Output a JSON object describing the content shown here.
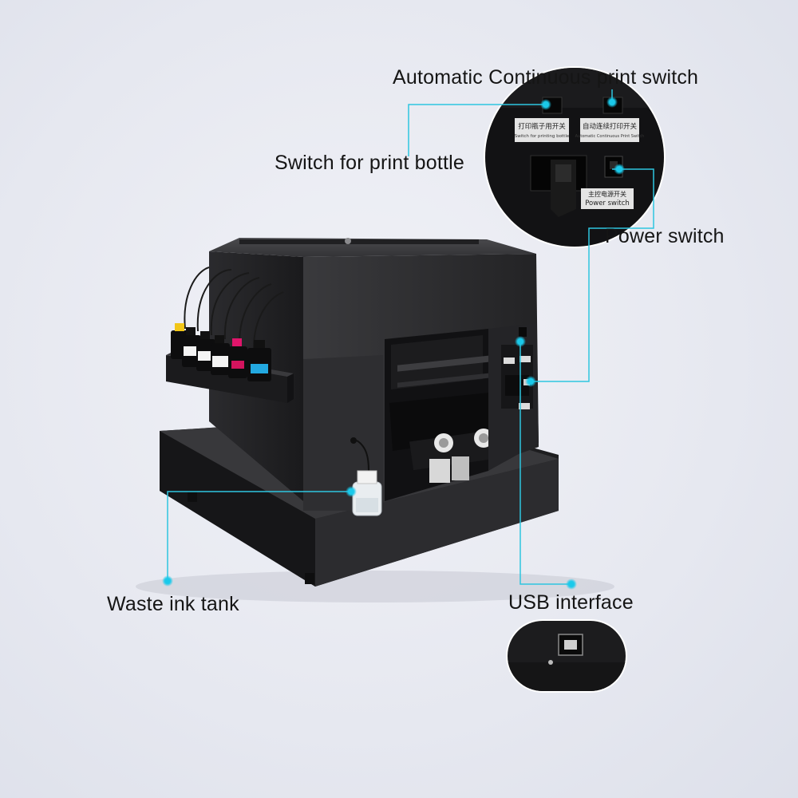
{
  "callouts": {
    "auto_continuous": "Automatic Continuous print switch",
    "print_bottle": "Switch for print bottle",
    "power": "Power switch",
    "waste_ink": "Waste ink tank",
    "usb": "USB interface"
  },
  "inset_switches": {
    "bottle_switch_cn": "打印瓶子用开关",
    "bottle_switch_en": "Switch for printing bottle",
    "auto_switch_cn": "自动连续打印开关",
    "auto_switch_en": "Automatic Continuous Print Switch",
    "power_switch_cn": "主控电源开关",
    "power_switch_en": "Power switch"
  },
  "ink_bottle_labels": [
    "BLACK",
    "White",
    "White",
    "White",
    "RED",
    "CYAN"
  ],
  "colors": {
    "callout_line": "#2ec6e0",
    "callout_dot": "#19c9ea",
    "printer_body": "#2a2a2c",
    "background": "#e8eaf1"
  }
}
